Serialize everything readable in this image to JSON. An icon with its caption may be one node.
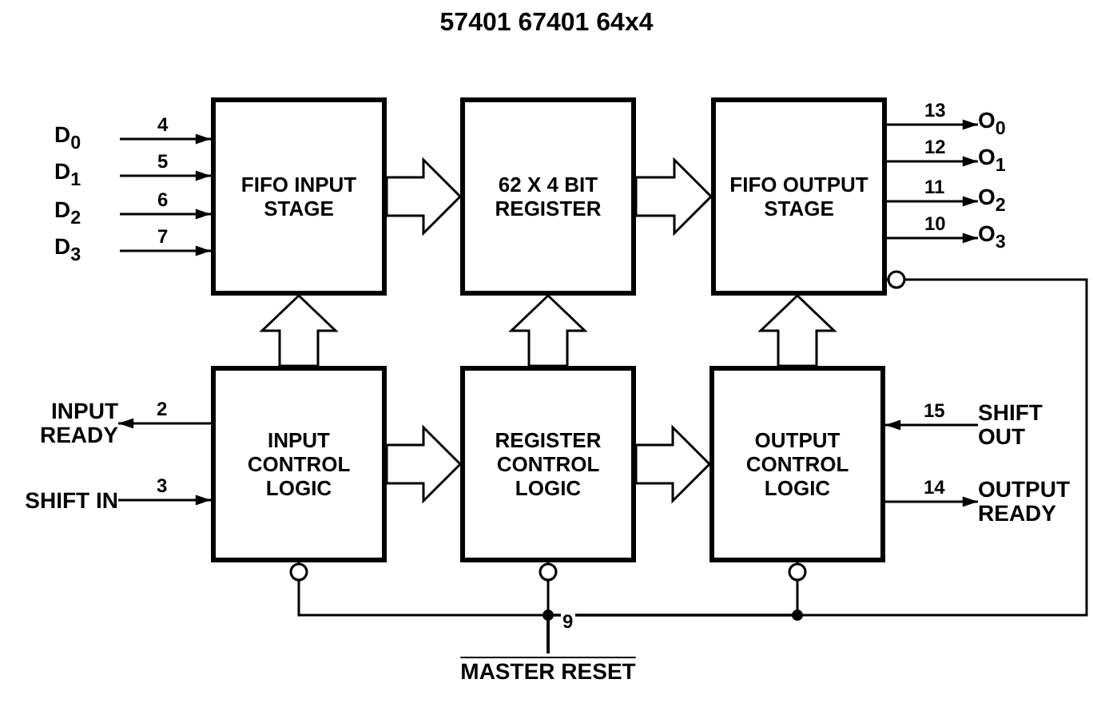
{
  "diagram": {
    "title": "57401 67401 64x4",
    "nodes": [
      {
        "text": [
          "FIFO INPUT STAGE"
        ]
      },
      {
        "text": [
          "62 X 4 BIT REGISTER"
        ]
      },
      {
        "text": [
          "FIFO OUTPUT STAGE"
        ]
      },
      {
        "text": [
          "D$_{0}$"
        ]
      },
      {
        "text": [
          "D$_{1}$"
        ]
      },
      {
        "text": [
          "D$_{2}$"
        ]
      },
      {
        "text": [
          "D$_{3}$"
        ]
      },
      {
        "text": [
          "O$_{0}$"
        ]
      },
      {
        "text": [
          "O$_{1}$"
        ]
      },
      {
        "text": [
          "O$_{2}$"
        ]
      },
      {
        "text": [
          "O$_{3}$"
        ]
      },
      {
        "text": [
          "INPUT READY"
        ]
      },
      {
        "text": [
          "SHIFT IN"
        ]
      },
      {
        "text": [
          "INPUT CONTROL LOGIC"
        ]
      },
      {
        "text": [
          "REGISTER CONTROL LOGIC"
        ]
      },
      {
        "text": [
          "OUTPUT CONTROL LOGIC"
        ]
      },
      {
        "text": [
          "SHIFT OUT"
        ]
      },
      {
        "text": [
          "OUTPUT READY"
        ]
      },
      {
        "text": [
          "MASTER RESET"
        ]
      }
    ],
    "edges": [
      {
        "from": 3,
        "to": 0,
        "arrow": "to",
        "label": "4"
      },
      {
        "from": 4,
        "to": 0,
        "arrow": "to",
        "label": "5"
      },
      {
        "from": 5,
        "to": 0,
        "arrow": "to",
        "label": "6"
      },
      {
        "from": 6,
        "to": 0,
        "arrow": "to",
        "label": "7"
      },
      {
        "from": 2,
        "to": 7,
        "arrow": "to",
        "label": "13"
      },
      {
        "from": 2,
        "to": 8,
        "arrow": "to",
        "label": "12"
      },
      {
        "from": 2,
        "to": 9,
        "arrow": "to",
        "label": "11"
      },
      {
        "from": 2,
        "to": 10,
        "arrow": "to",
        "label": "10"
      },
      {
        "from": 0,
        "to": 1,
        "arrow": "to",
        "style": "thick"
      },
      {
        "from": 1,
        "to": 2,
        "arrow": "to",
        "style": "thick"
      },
      {
        "from": 13,
        "to": 0,
        "arrow": "to",
        "style": "thick"
      },
      {
        "from": 14,
        "to": 1,
        "arrow": "to",
        "style": "thick"
      },
      {
        "from": 15,
        "to": 2,
        "arrow": "to",
        "style": "thick"
      },
      {
        "from": 13,
        "to": 14,
        "arrow": "to",
        "style": "thick"
      },
      {
        "from": 14,
        "to": 15,
        "arrow": "to",
        "style": "thick"
      },
      {
        "from": 13,
        "to": 11,
        "arrow": "to",
        "label": "2"
      },
      {
        "from": 12,
        "to": 13,
        "arrow": "to",
        "label": "3"
      },
      {
        "from": 16,
        "to": 15,
        "arrow": "to",
        "label": "15"
      },
      {
        "from": 15,
        "to": 17,
        "arrow": "to",
        "label": "14"
      },
      {
        "from": 18,
        "to": 13,
        "arrow": "other"
      },
      {
        "from": 18,
        "to": 14,
        "arrow": "other",
        "label": "9"
      },
      {
        "from": 18,
        "to": 15,
        "arrow": "other"
      },
      {
        "from": 18,
        "to": 2,
        "arrow": "other"
      }
    ]
  }
}
